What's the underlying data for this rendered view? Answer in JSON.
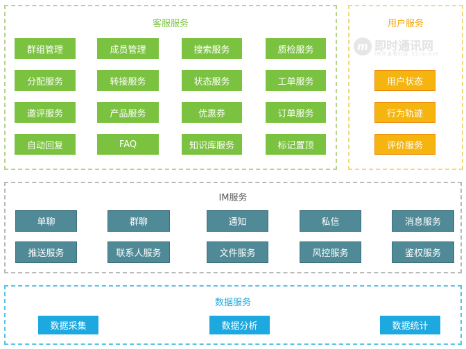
{
  "customer_service": {
    "title": "客服服务",
    "items": [
      "群组管理",
      "成员管理",
      "搜索服务",
      "质检服务",
      "分配服务",
      "转接服务",
      "状态服务",
      "工单服务",
      "邀评服务",
      "产品服务",
      "优惠券",
      "订单服务",
      "自动回复",
      "FAQ",
      "知识库服务",
      "标记置顶"
    ]
  },
  "user_service": {
    "title": "用户服务",
    "items": [
      "用户状态",
      "行为轨迹",
      "评价服务"
    ]
  },
  "im_service": {
    "title": "IM服务",
    "items": [
      "单聊",
      "群聊",
      "通知",
      "私信",
      "消息服务",
      "推送服务",
      "联系人服务",
      "文件服务",
      "风控服务",
      "鉴权服务"
    ]
  },
  "data_service": {
    "title": "数据服务",
    "items": [
      "数据采集",
      "数据分析",
      "数据统计"
    ]
  },
  "watermark": {
    "brand": "即时通讯网",
    "tagline": "IM开发者社区 52im.net"
  },
  "colors": {
    "customer_service": "#7cc241",
    "user_service": "#f6b40f",
    "im_service": "#4f8a96",
    "data_service": "#1da9e0"
  }
}
